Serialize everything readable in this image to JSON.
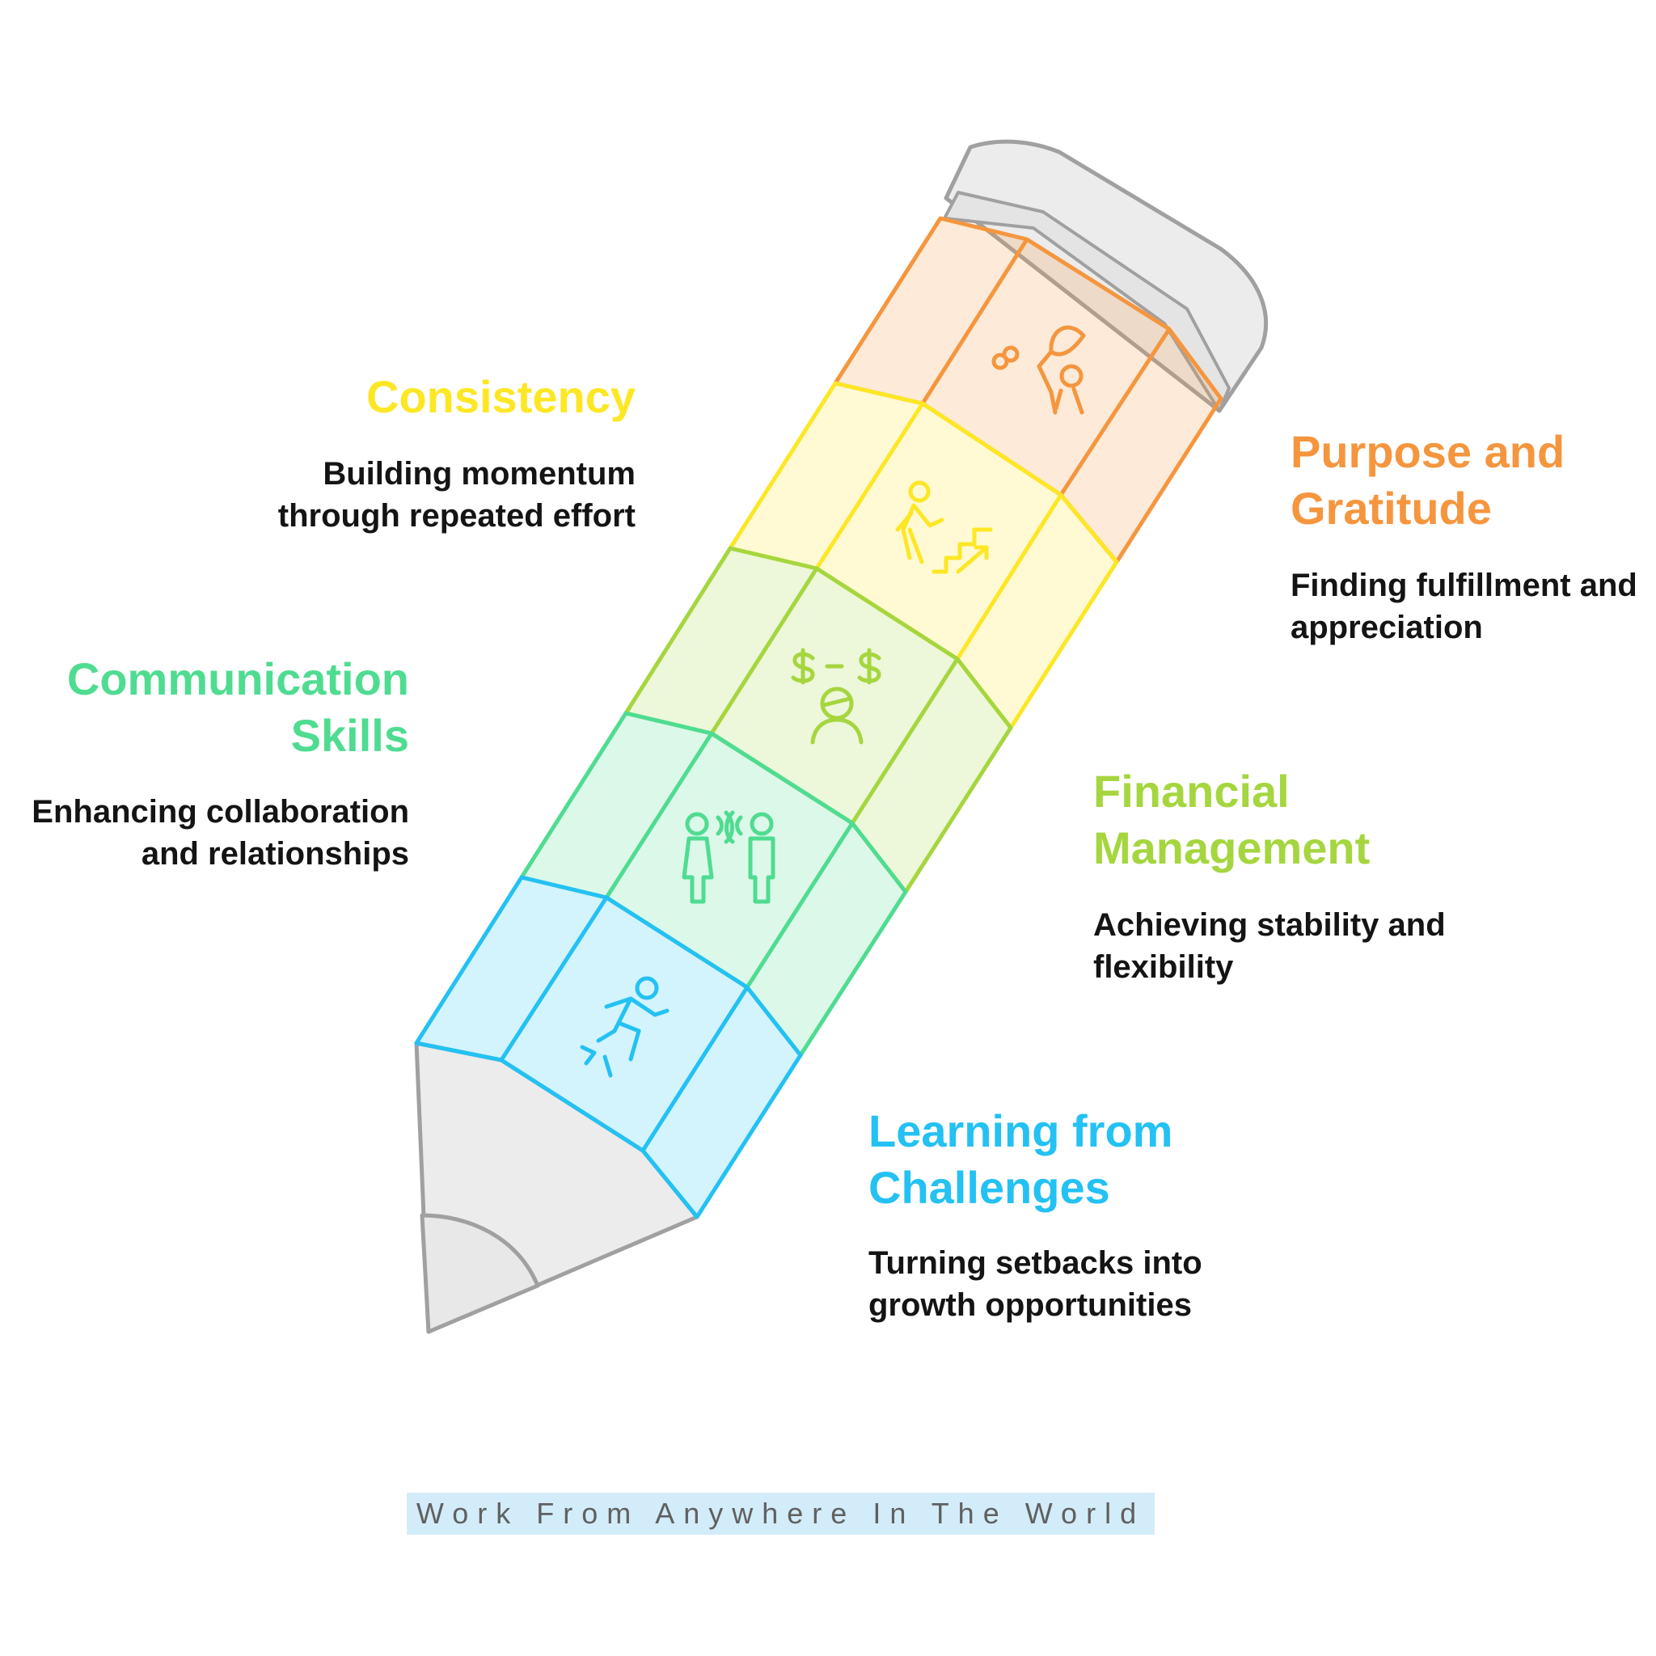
{
  "colors": {
    "orange": "#f5963e",
    "yellow": "#fde725",
    "lime": "#a5d63f",
    "green": "#4fdc91",
    "blue": "#24c1f3",
    "graphite": "#a0a0a0",
    "text": "#141414"
  },
  "sections": [
    {
      "id": "purpose",
      "title": "Purpose and Gratitude",
      "title_lines": [
        "Purpose and",
        "Gratitude"
      ],
      "description_lines": [
        "Finding fulfillment and",
        "appreciation"
      ],
      "color": "#f5963e",
      "icon": "butterfly-net-icon"
    },
    {
      "id": "consistency",
      "title": "Consistency",
      "title_lines": [
        "Consistency"
      ],
      "description_lines": [
        "Building momentum",
        "through repeated effort"
      ],
      "color": "#fde725",
      "icon": "climbing-stairs-icon"
    },
    {
      "id": "financial",
      "title": "Financial Management",
      "title_lines": [
        "Financial",
        "Management"
      ],
      "description_lines": [
        "Achieving stability and",
        "flexibility"
      ],
      "color": "#a5d63f",
      "icon": "person-money-icon"
    },
    {
      "id": "communication",
      "title": "Communication Skills",
      "title_lines": [
        "Communication",
        "Skills"
      ],
      "description_lines": [
        "Enhancing collaboration",
        "and relationships"
      ],
      "color": "#4fdc91",
      "icon": "people-talking-icon"
    },
    {
      "id": "learning",
      "title": "Learning from Challenges",
      "title_lines": [
        "Learning from",
        "Challenges"
      ],
      "description_lines": [
        "Turning setbacks into",
        "growth opportunities"
      ],
      "color": "#24c1f3",
      "icon": "person-falling-icon"
    }
  ],
  "footer": "Work From Anywhere In The World"
}
